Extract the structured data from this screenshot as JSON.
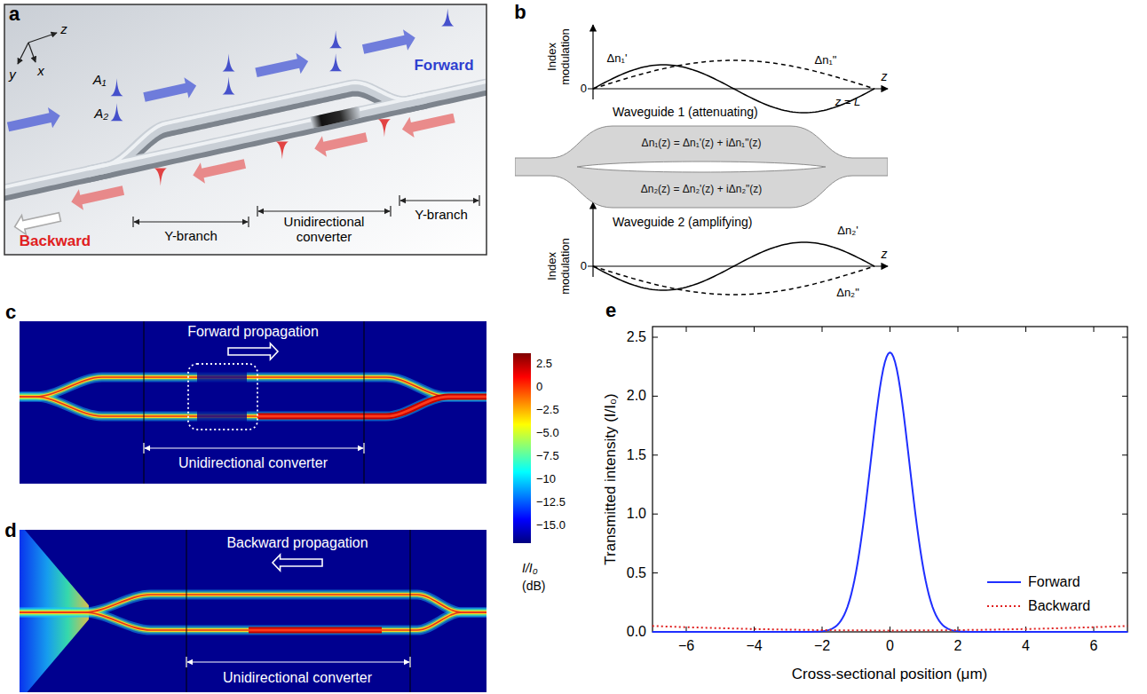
{
  "diagram": {
    "nodes": [
      {
        "text": [
          "Δn₁(z) = Δn₁'(z) + iΔn₁\"(z)",
          "Δn₂(z) = Δn₂'(z) + iΔn₂\"(z)"
        ]
      }
    ],
    "labels": [
      "a",
      "z",
      "x",
      "y",
      "A₁",
      "A₂",
      "Forward",
      "Backward",
      "Unidirectional converter",
      "Y-branch",
      "Y-branch",
      "b",
      "Index modulation",
      "0",
      "Δn₁\"",
      "Δn₁'",
      "z",
      "z = L",
      "Waveguide 1 (attenuating)",
      "Waveguide 2 (amplifying)",
      "Index modulation",
      "0",
      "z",
      "Δn₂'",
      "Δn₂\"",
      "c",
      "Forward propagation",
      "Unidirectional converter",
      "d",
      "Backward propagation",
      "Unidirectional converter",
      "2.5",
      "0",
      "−2.5",
      "−5.0",
      "−7.5",
      "−10",
      "−12.5",
      "−15.0",
      "I/I₀",
      "(dB)",
      "e",
      "Transmitted intensity (I/I₀)",
      "0.0",
      "0.5",
      "1.0",
      "1.5",
      "2.0",
      "2.5",
      "−6",
      "−4",
      "−2",
      "0",
      "2",
      "4",
      "6",
      "Cross-sectional position (μm)"
    ],
    "legend": [
      {
        "text": "Forward"
      },
      {
        "text": "Backward"
      }
    ]
  }
}
